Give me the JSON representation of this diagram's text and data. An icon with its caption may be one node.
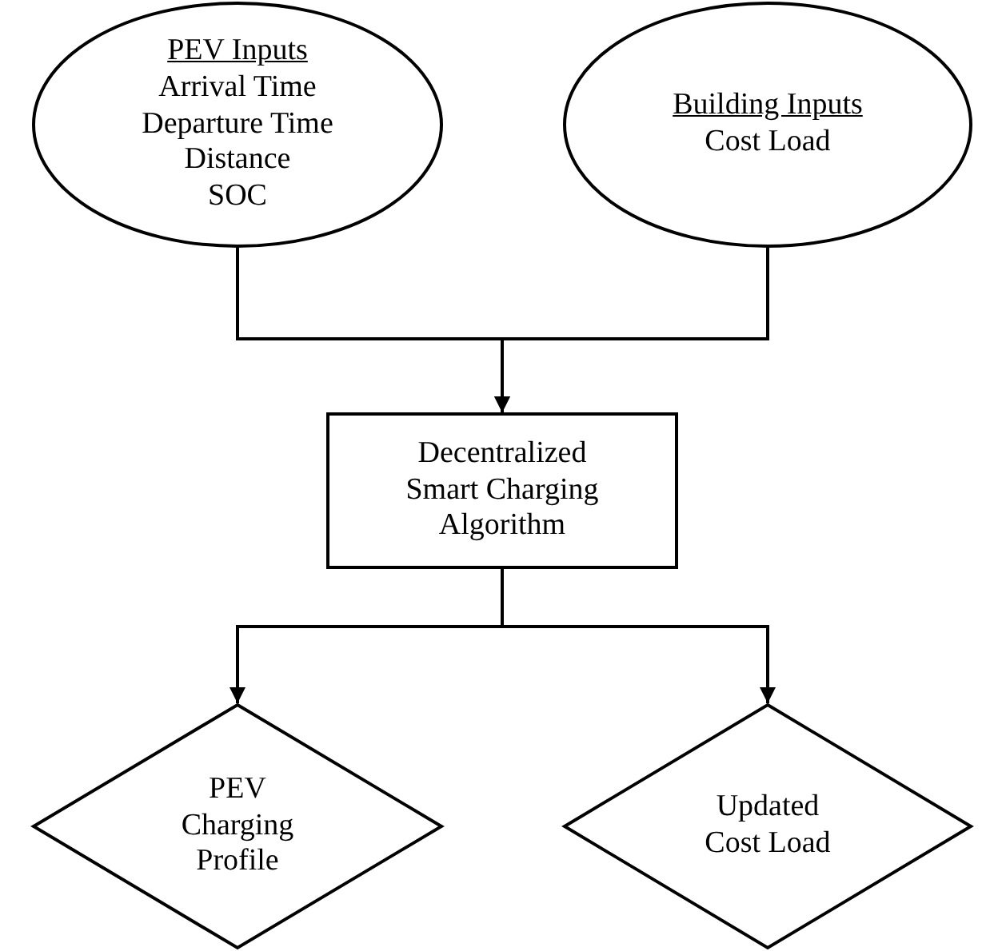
{
  "diagram": {
    "nodes": [
      {
        "text": [
          "PEV Inputs",
          "Arrival Time",
          "Departure Time",
          "Distance",
          "SOC"
        ]
      },
      {
        "text": [
          "Building Inputs",
          "Cost Load"
        ]
      },
      {
        "text": [
          "Decentralized Smart Charging Algorithm"
        ]
      },
      {
        "text": [
          "PEV Charging Profile"
        ]
      },
      {
        "text": [
          "Updated Cost Load"
        ]
      }
    ],
    "edges": [
      {
        "from": 0,
        "to": 2,
        "arrow": "to"
      },
      {
        "from": 1,
        "to": 2,
        "arrow": "to"
      },
      {
        "from": 2,
        "to": 3,
        "arrow": "to"
      },
      {
        "from": 2,
        "to": 4,
        "arrow": "to"
      }
    ]
  }
}
